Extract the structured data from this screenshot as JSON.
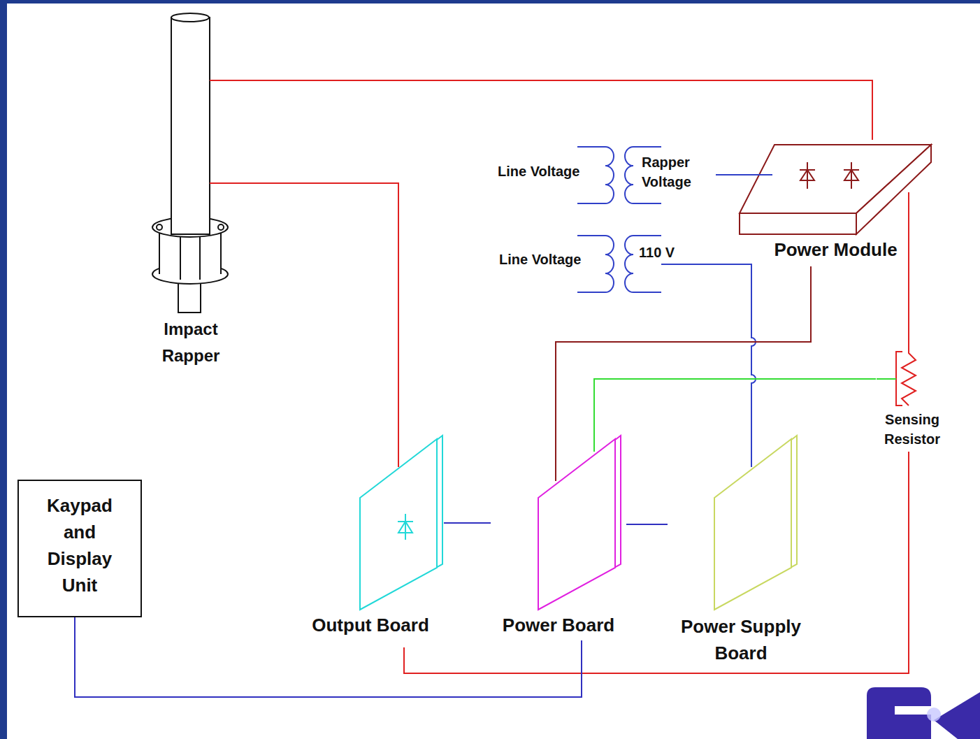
{
  "diagram": {
    "nodes": [
      {
        "text": [
          "Impact Rapper"
        ]
      },
      {
        "text": [
          "Power Module"
        ]
      },
      {
        "text": [
          "Sensing Resistor"
        ]
      },
      {
        "text": [
          "Kaypad and Display Unit"
        ]
      },
      {
        "text": [
          "Output Board"
        ]
      },
      {
        "text": [
          "Power Board"
        ]
      },
      {
        "text": [
          "Power Supply Board"
        ]
      }
    ],
    "edges": [
      {
        "from": 0,
        "to": 1,
        "arrow": "none"
      },
      {
        "from": 0,
        "to": 4,
        "arrow": "none"
      },
      {
        "from": 1,
        "to": 5,
        "arrow": "none"
      },
      {
        "from": 1,
        "to": 2,
        "arrow": "none"
      },
      {
        "from": 2,
        "to": 5,
        "arrow": "none"
      },
      {
        "from": 2,
        "to": 4,
        "arrow": "none"
      },
      {
        "from": 4,
        "to": 5,
        "arrow": "none"
      },
      {
        "from": 5,
        "to": 6,
        "arrow": "none"
      },
      {
        "from": 3,
        "to": 5,
        "arrow": "none"
      }
    ],
    "labels": [
      "Line Voltage",
      "Rapper Voltage",
      "Line Voltage",
      "110 V"
    ]
  }
}
